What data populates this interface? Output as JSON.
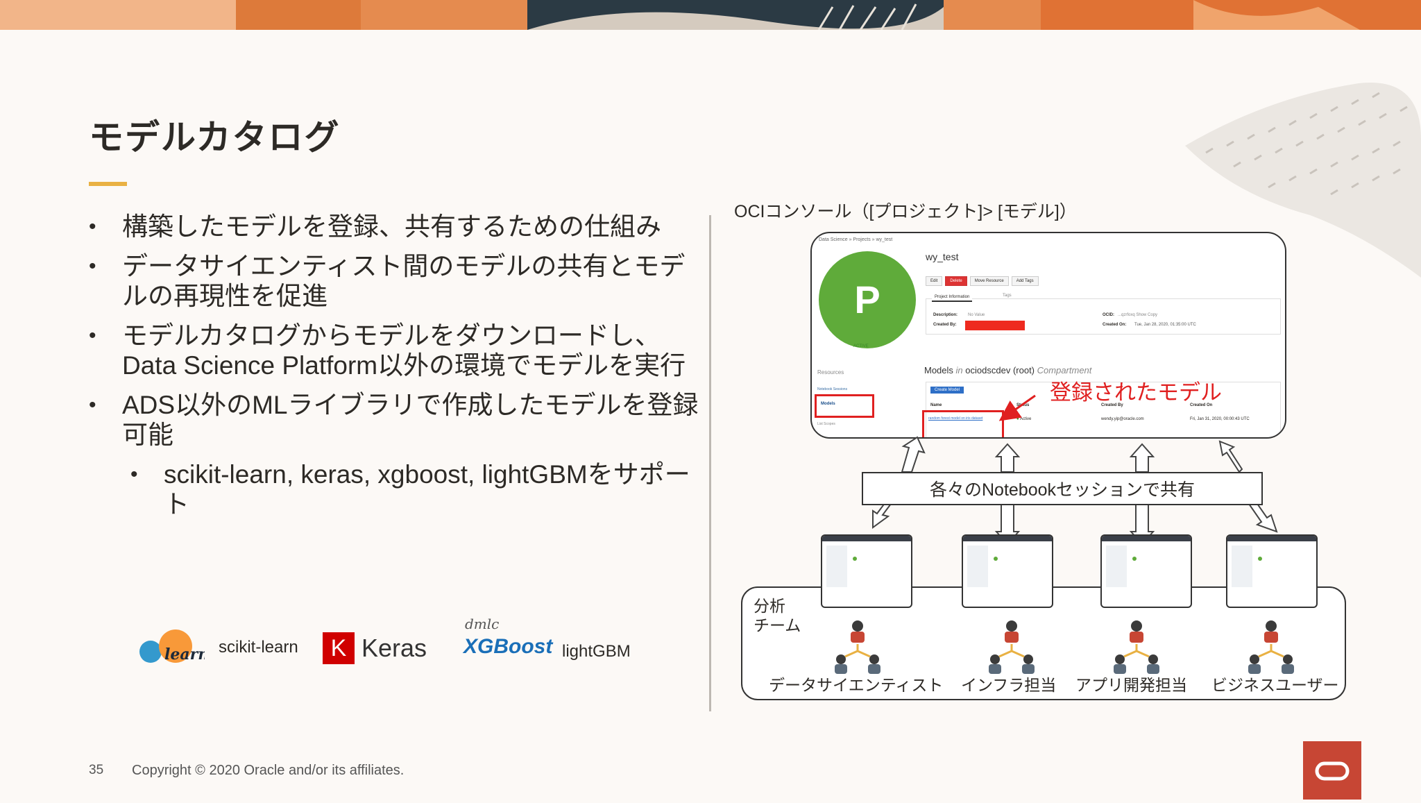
{
  "title": "モデルカタログ",
  "bullets": [
    {
      "text": "構築したモデルを登録、共有するための仕組み",
      "level": 1
    },
    {
      "text": "データサイエンティスト間のモデルの共有とモデルの再現性を促進",
      "level": 1
    },
    {
      "text": "モデルカタログからモデルをダウンロードし、Data Science Platform以外の環境でモデルを実行",
      "level": 1
    },
    {
      "text": "ADS以外のMLライブラリで作成したモデルを登録可能",
      "level": 1
    },
    {
      "text": "scikit-learn, keras, xgboost, lightGBMをサポート",
      "level": 2
    }
  ],
  "bullet_glyph": "•",
  "logos": {
    "sklearn_mark": "learn",
    "sklearn_label": "scikit-learn",
    "keras_mark": "K",
    "keras_label": "Keras",
    "xgboost_dmlc": "dmlc",
    "xgboost_label": "XGBoost",
    "lightgbm_label": "lightGBM"
  },
  "diagram": {
    "caption": "OCIコンソール（[プロジェクト]> [モデル]）",
    "console": {
      "breadcrumb": "Data Science » Projects » wy_test",
      "avatar_letter": "P",
      "avatar_status": "ACTIVE",
      "project_name": "wy_test",
      "buttons": [
        "Edit",
        "Delete",
        "Move Resource",
        "Add Tags"
      ],
      "tabs": [
        "Project Information",
        "Tags"
      ],
      "description_label": "Description:",
      "description_value": "No Value",
      "created_by_label": "Created By:",
      "ocid_label": "OCID:",
      "ocid_value": "...qzrfoxq  Show  Copy",
      "created_on_label": "Created On:",
      "created_on_value": "Tue, Jan 28, 2020, 01:35:00 UTC",
      "resources_label": "Resources",
      "side_links": [
        "Notebook Sessions",
        "Models",
        "List Scopes"
      ],
      "models_heading": "Models",
      "models_in": "in",
      "compartment": "ociodscdev (root)",
      "compartment_suffix": "Compartment",
      "create_model_button": "Create Model",
      "columns": [
        "Name",
        "Status",
        "Created By",
        "Created On"
      ],
      "row": {
        "name": "random forest model on iris dataset",
        "status": "Active",
        "created_by": "wendy.yip@oracle.com",
        "created_on": "Fri, Jan 31, 2020, 00:00:43 UTC"
      }
    },
    "registered_label": "登録されたモデル",
    "share_label": "各々のNotebookセッションで共有",
    "team_label_line1": "分析",
    "team_label_line2": "チーム",
    "roles": [
      "データサイエンティスト",
      "インフラ担当",
      "アプリ開発担当",
      "ビジネスユーザー"
    ]
  },
  "footer": {
    "page_number": "35",
    "copyright": "Copyright © 2020 Oracle and/or its affiliates."
  },
  "colors": {
    "title_accent": "#e9b143",
    "oracle_red": "#c74634",
    "annotation_red": "#e02020",
    "avatar_green": "#5fab3a",
    "keras_red": "#d00000",
    "xgboost_blue": "#1a6fb8",
    "sklearn_orange": "#f89939",
    "sklearn_blue": "#3499cd"
  }
}
